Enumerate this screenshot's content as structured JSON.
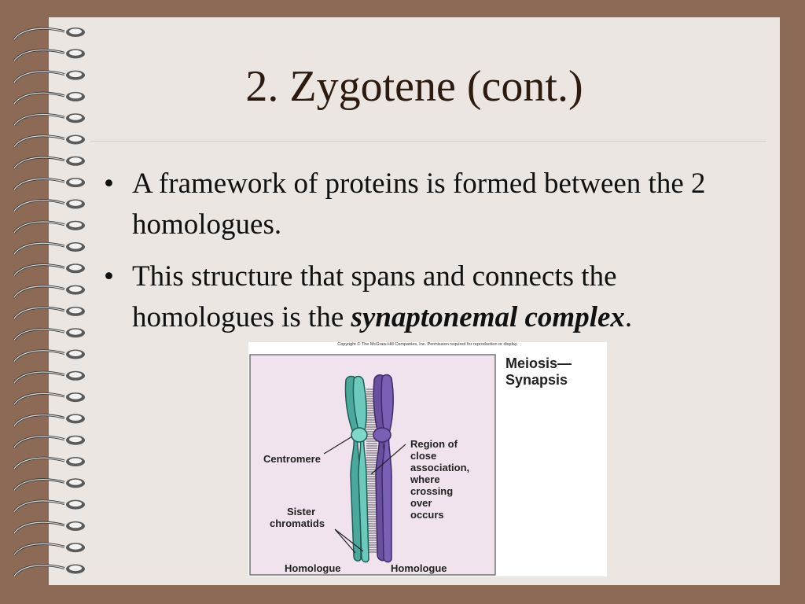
{
  "slide": {
    "title": "2.  Zygotene (cont.)",
    "bullets": [
      {
        "text": "A framework of proteins is formed between the 2 homologues."
      },
      {
        "text_before": "This structure that spans and connects the homologues is the ",
        "emphasis": "synaptonemal complex",
        "text_after": "."
      }
    ]
  },
  "figure": {
    "copyright": "Copyright © The McGraw-Hill Companies, Inc. Permission required for reproduction or display.",
    "title_line1": "Meiosis—",
    "title_line2": "Synapsis",
    "labels": {
      "centromere": "Centromere",
      "region": [
        "Region of",
        "close",
        "association,",
        "where",
        "crossing",
        "over",
        "occurs"
      ],
      "sister": [
        "Sister",
        "chromatids"
      ],
      "homologue_left": "Homologue",
      "homologue_right": "Homologue"
    }
  },
  "colors": {
    "frame": "#8c6a55",
    "page": "#ebe6e1",
    "panel": "#f0e3ee",
    "teal_chromosome": "#5bbcb0",
    "purple_chromosome": "#6a4fa0"
  }
}
